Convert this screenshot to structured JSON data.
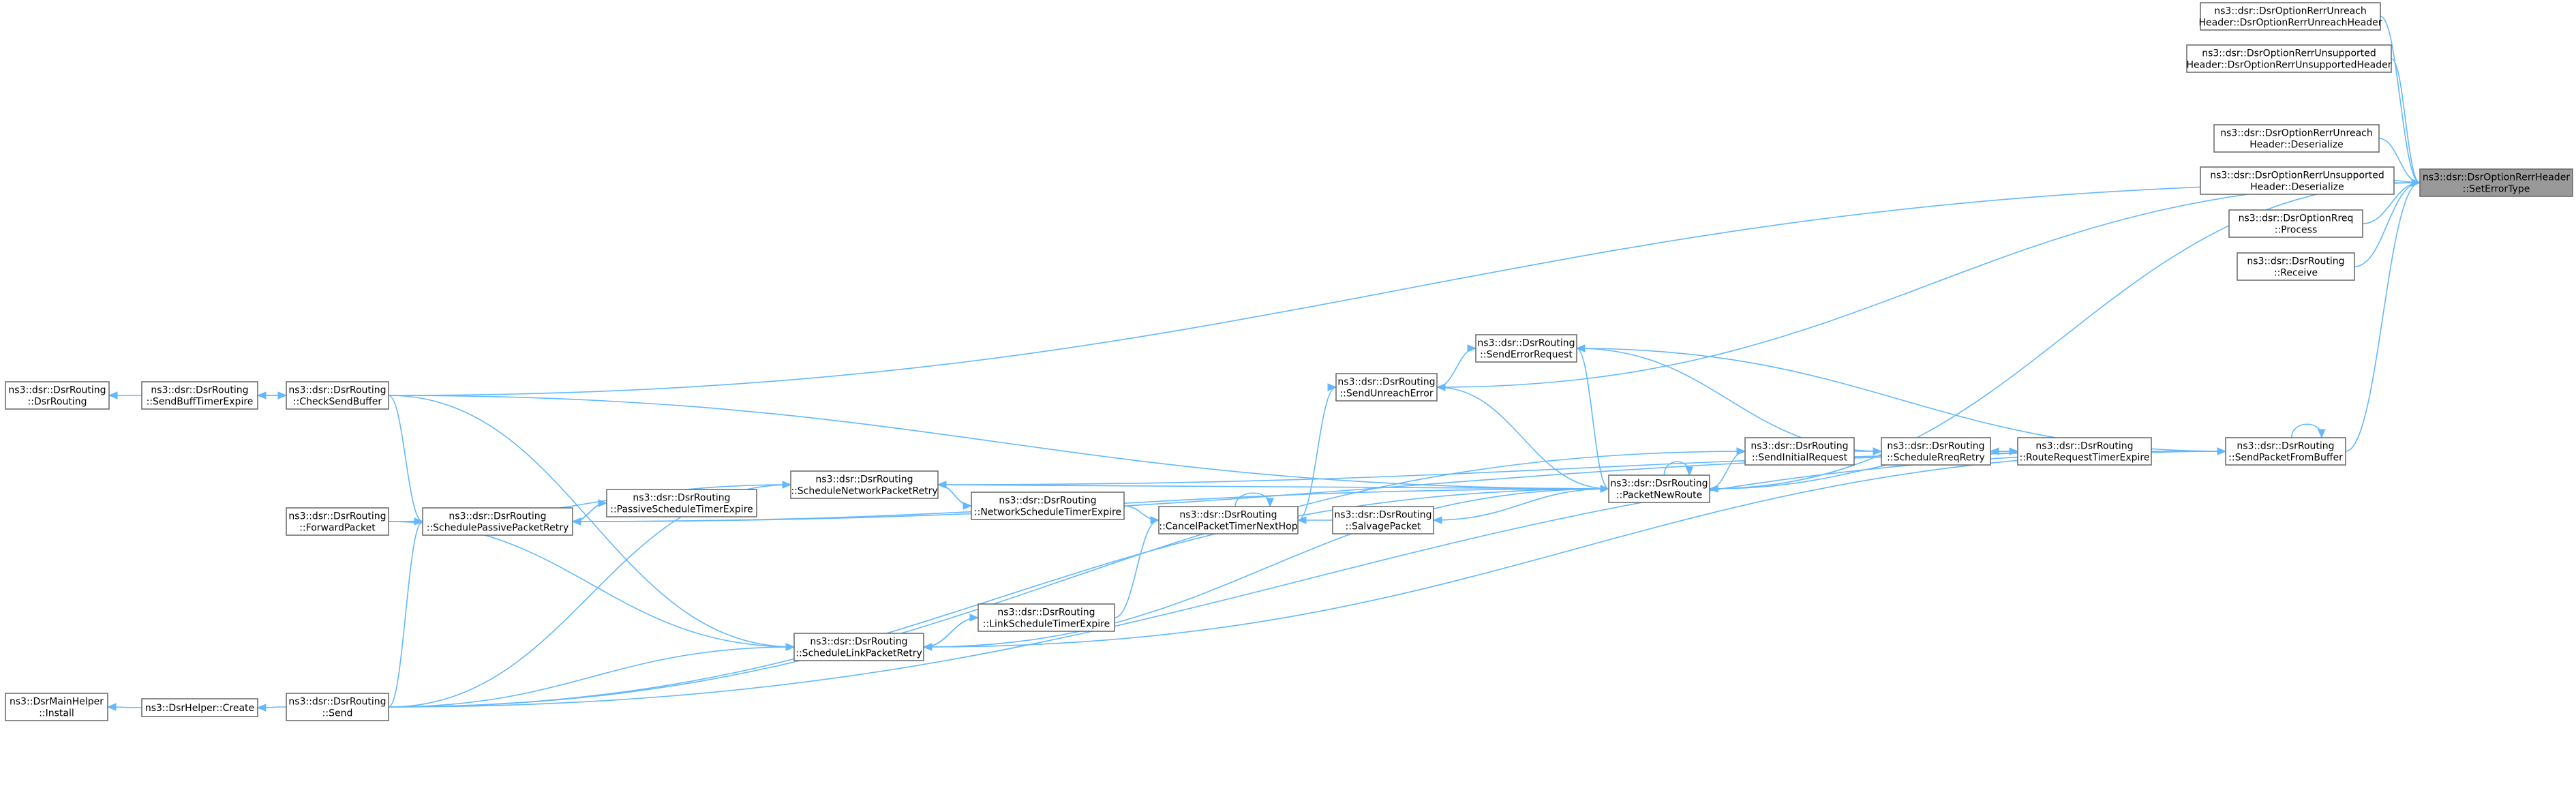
{
  "nodes": [
    {
      "id": "root",
      "lines": [
        "ns3::dsr::DsrOptionRerrHeader",
        "::SetErrorType"
      ],
      "root": true
    },
    {
      "id": "unreach_hdr",
      "lines": [
        "ns3::dsr::DsrOptionRerrUnreach",
        "Header::DsrOptionRerrUnreachHeader"
      ]
    },
    {
      "id": "unsup_hdr",
      "lines": [
        "ns3::dsr::DsrOptionRerrUnsupported",
        "Header::DsrOptionRerrUnsupportedHeader"
      ]
    },
    {
      "id": "unreach_deser",
      "lines": [
        "ns3::dsr::DsrOptionRerrUnreach",
        "Header::Deserialize"
      ]
    },
    {
      "id": "unsup_deser",
      "lines": [
        "ns3::dsr::DsrOptionRerrUnsupported",
        "Header::Deserialize"
      ]
    },
    {
      "id": "rreq_process",
      "lines": [
        "ns3::dsr::DsrOptionRreq",
        "::Process"
      ]
    },
    {
      "id": "receive",
      "lines": [
        "ns3::dsr::DsrRouting",
        "::Receive"
      ]
    },
    {
      "id": "send_packet_from_buffer",
      "lines": [
        "ns3::dsr::DsrRouting",
        "::SendPacketFromBuffer"
      ]
    },
    {
      "id": "route_request_timer",
      "lines": [
        "ns3::dsr::DsrRouting",
        "::RouteRequestTimerExpire"
      ]
    },
    {
      "id": "schedule_rreq_retry",
      "lines": [
        "ns3::dsr::DsrRouting",
        "::ScheduleRreqRetry"
      ]
    },
    {
      "id": "send_initial_request",
      "lines": [
        "ns3::dsr::DsrRouting",
        "::SendInitialRequest"
      ]
    },
    {
      "id": "send_error_request",
      "lines": [
        "ns3::dsr::DsrRouting",
        "::SendErrorRequest"
      ]
    },
    {
      "id": "send_unreach_error",
      "lines": [
        "ns3::dsr::DsrRouting",
        "::SendUnreachError"
      ]
    },
    {
      "id": "packet_new_route",
      "lines": [
        "ns3::dsr::DsrRouting",
        "::PacketNewRoute"
      ]
    },
    {
      "id": "salvage_packet",
      "lines": [
        "ns3::dsr::DsrRouting",
        "::SalvagePacket"
      ]
    },
    {
      "id": "cancel_timer_next_hop",
      "lines": [
        "ns3::dsr::DsrRouting",
        "::CancelPacketTimerNextHop"
      ]
    },
    {
      "id": "network_schedule_timer",
      "lines": [
        "ns3::dsr::DsrRouting",
        "::NetworkScheduleTimerExpire"
      ]
    },
    {
      "id": "link_schedule_timer",
      "lines": [
        "ns3::dsr::DsrRouting",
        "::LinkScheduleTimerExpire"
      ]
    },
    {
      "id": "schedule_network_retry",
      "lines": [
        "ns3::dsr::DsrRouting",
        "::ScheduleNetworkPacketRetry"
      ]
    },
    {
      "id": "schedule_link_retry",
      "lines": [
        "ns3::dsr::DsrRouting",
        "::ScheduleLinkPacketRetry"
      ]
    },
    {
      "id": "passive_schedule_timer",
      "lines": [
        "ns3::dsr::DsrRouting",
        "::PassiveScheduleTimerExpire"
      ]
    },
    {
      "id": "schedule_passive_retry",
      "lines": [
        "ns3::dsr::DsrRouting",
        "::SchedulePassivePacketRetry"
      ]
    },
    {
      "id": "check_send_buffer",
      "lines": [
        "ns3::dsr::DsrRouting",
        "::CheckSendBuffer"
      ]
    },
    {
      "id": "send_buff_timer",
      "lines": [
        "ns3::dsr::DsrRouting",
        "::SendBuffTimerExpire"
      ]
    },
    {
      "id": "dsr_routing",
      "lines": [
        "ns3::dsr::DsrRouting",
        "::DsrRouting"
      ]
    },
    {
      "id": "forward_packet",
      "lines": [
        "ns3::dsr::DsrRouting",
        "::ForwardPacket"
      ]
    },
    {
      "id": "send",
      "lines": [
        "ns3::dsr::DsrRouting",
        "::Send"
      ]
    },
    {
      "id": "helper_create",
      "lines": [
        "ns3::DsrHelper::Create"
      ]
    },
    {
      "id": "main_helper_install",
      "lines": [
        "ns3::DsrMainHelper",
        "::Install"
      ]
    }
  ],
  "edges": [
    {
      "from": "unreach_hdr",
      "to": "root"
    },
    {
      "from": "unsup_hdr",
      "to": "root"
    },
    {
      "from": "unreach_deser",
      "to": "root"
    },
    {
      "from": "unsup_deser",
      "to": "root"
    },
    {
      "from": "rreq_process",
      "to": "root"
    },
    {
      "from": "receive",
      "to": "root"
    },
    {
      "from": "check_send_buffer",
      "to": "root"
    },
    {
      "from": "packet_new_route",
      "to": "root"
    },
    {
      "from": "send_unreach_error",
      "to": "root"
    },
    {
      "from": "send_packet_from_buffer",
      "to": "root"
    },
    {
      "from": "send_packet_from_buffer",
      "to": "send_packet_from_buffer"
    },
    {
      "from": "route_request_timer",
      "to": "send_packet_from_buffer"
    },
    {
      "from": "schedule_rreq_retry",
      "to": "route_request_timer"
    },
    {
      "from": "route_request_timer",
      "to": "schedule_rreq_retry"
    },
    {
      "from": "send_initial_request",
      "to": "schedule_rreq_retry"
    },
    {
      "from": "send_error_request",
      "to": "schedule_rreq_retry"
    },
    {
      "from": "send_packet_from_buffer",
      "to": "send_error_request"
    },
    {
      "from": "packet_new_route",
      "to": "send_initial_request"
    },
    {
      "from": "route_request_timer",
      "to": "packet_new_route"
    },
    {
      "from": "packet_new_route",
      "to": "packet_new_route"
    },
    {
      "from": "packet_new_route",
      "to": "send_error_request"
    },
    {
      "from": "packet_new_route",
      "to": "send_unreach_error"
    },
    {
      "from": "send_unreach_error",
      "to": "send_error_request"
    },
    {
      "from": "cancel_timer_next_hop",
      "to": "send_unreach_error"
    },
    {
      "from": "salvage_packet",
      "to": "cancel_timer_next_hop"
    },
    {
      "from": "packet_new_route",
      "to": "salvage_packet"
    },
    {
      "from": "cancel_timer_next_hop",
      "to": "cancel_timer_next_hop"
    },
    {
      "from": "network_schedule_timer",
      "to": "cancel_timer_next_hop"
    },
    {
      "from": "link_schedule_timer",
      "to": "cancel_timer_next_hop"
    },
    {
      "from": "network_schedule_timer",
      "to": "schedule_network_retry"
    },
    {
      "from": "schedule_network_retry",
      "to": "network_schedule_timer"
    },
    {
      "from": "link_schedule_timer",
      "to": "schedule_link_retry"
    },
    {
      "from": "schedule_link_retry",
      "to": "link_schedule_timer"
    },
    {
      "from": "packet_new_route",
      "to": "schedule_network_retry"
    },
    {
      "from": "send_packet_from_buffer",
      "to": "schedule_network_retry"
    },
    {
      "from": "packet_new_route",
      "to": "schedule_link_retry"
    },
    {
      "from": "send_packet_from_buffer",
      "to": "schedule_link_retry"
    },
    {
      "from": "passive_schedule_timer",
      "to": "schedule_passive_retry"
    },
    {
      "from": "schedule_passive_retry",
      "to": "passive_schedule_timer"
    },
    {
      "from": "packet_new_route",
      "to": "schedule_passive_retry"
    },
    {
      "from": "send_packet_from_buffer",
      "to": "schedule_passive_retry"
    },
    {
      "from": "forward_packet",
      "to": "schedule_network_retry"
    },
    {
      "from": "forward_packet",
      "to": "schedule_link_retry"
    },
    {
      "from": "send",
      "to": "schedule_network_retry"
    },
    {
      "from": "send",
      "to": "schedule_link_retry"
    },
    {
      "from": "send",
      "to": "schedule_passive_retry"
    },
    {
      "from": "check_send_buffer",
      "to": "schedule_passive_retry"
    },
    {
      "from": "check_send_buffer",
      "to": "schedule_link_retry"
    },
    {
      "from": "check_send_buffer",
      "to": "packet_new_route"
    },
    {
      "from": "check_send_buffer",
      "to": "send_buff_timer"
    },
    {
      "from": "send_buff_timer",
      "to": "check_send_buffer"
    },
    {
      "from": "send_buff_timer",
      "to": "dsr_routing"
    },
    {
      "from": "send",
      "to": "packet_new_route"
    },
    {
      "from": "send",
      "to": "send_initial_request"
    },
    {
      "from": "send",
      "to": "send_packet_from_buffer"
    },
    {
      "from": "send",
      "to": "helper_create"
    },
    {
      "from": "helper_create",
      "to": "main_helper_install"
    }
  ]
}
